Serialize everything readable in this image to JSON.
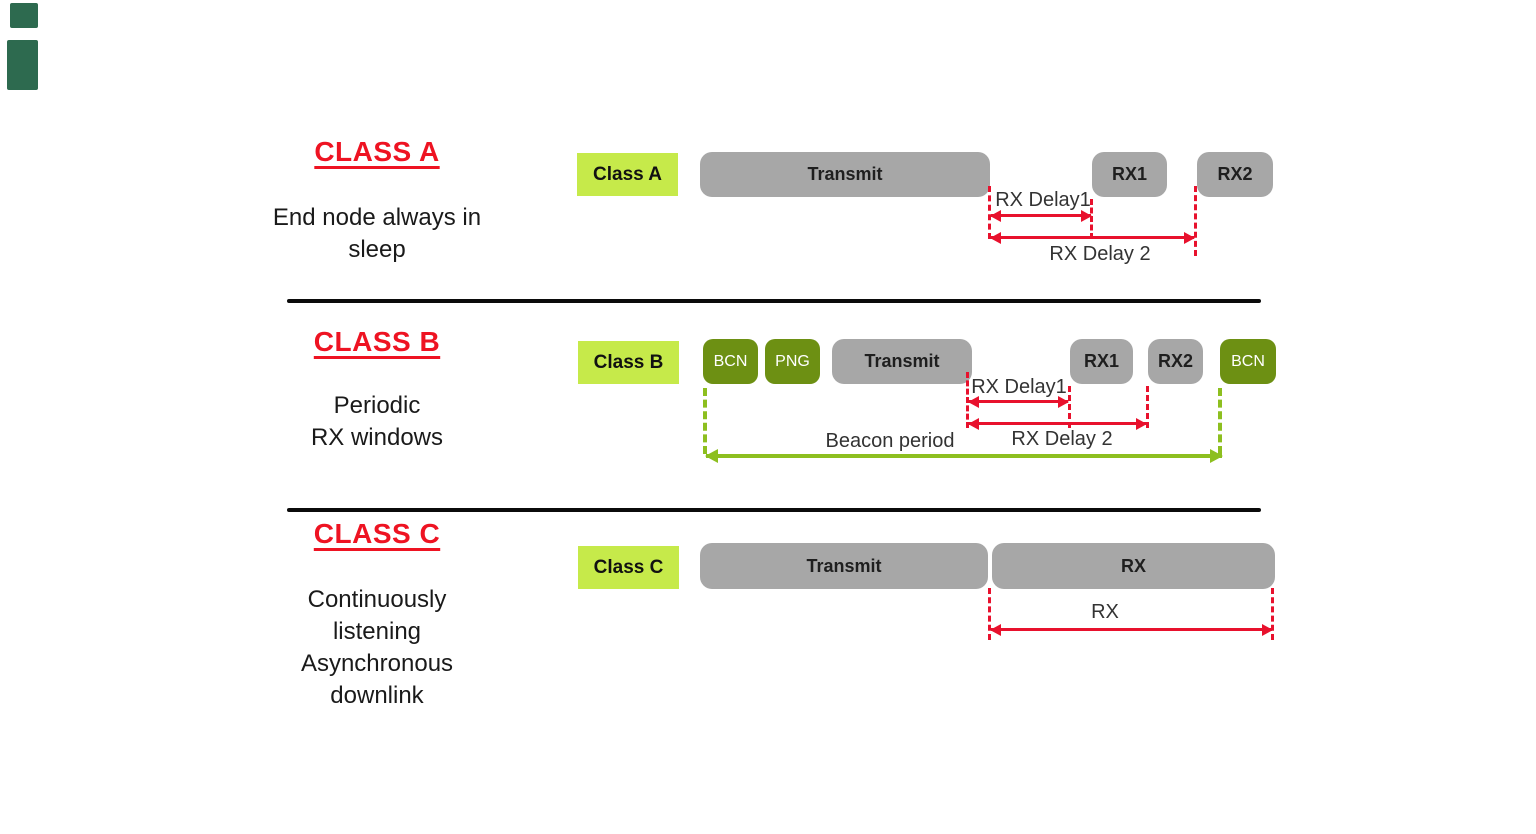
{
  "sections": {
    "classA": {
      "heading": "CLASS A",
      "description_lines": [
        "End node always in",
        "sleep"
      ],
      "row_label": "Class A",
      "segments": [
        {
          "label": "Transmit"
        },
        {
          "label": "RX1"
        },
        {
          "label": "RX2"
        }
      ],
      "annotations": {
        "rx_delay1": "RX Delay1",
        "rx_delay2": "RX Delay 2"
      }
    },
    "classB": {
      "heading": "CLASS B",
      "description_lines": [
        "Periodic",
        "RX windows"
      ],
      "row_label": "Class B",
      "segments": [
        {
          "label": "BCN"
        },
        {
          "label": "PNG"
        },
        {
          "label": "Transmit"
        },
        {
          "label": "RX1"
        },
        {
          "label": "RX2"
        },
        {
          "label": "BCN"
        }
      ],
      "annotations": {
        "rx_delay1": "RX Delay1",
        "rx_delay2": "RX Delay 2",
        "beacon_period": "Beacon period"
      }
    },
    "classC": {
      "heading": "CLASS C",
      "description_lines": [
        "Continuously",
        "listening",
        "Asynchronous",
        "downlink"
      ],
      "row_label": "Class C",
      "segments": [
        {
          "label": "Transmit"
        },
        {
          "label": "RX"
        }
      ],
      "annotations": {
        "rx": "RX"
      }
    }
  },
  "colors": {
    "class_label_bg": "#c6ea4a",
    "segment_gray": "#a7a7a7",
    "beacon_olive": "#6d9013",
    "arrow_red": "#e8112d",
    "arrow_green": "#8dbf1f",
    "heading_red": "#ee1322",
    "divider_black": "#0b0b0b",
    "corner_mark_green": "#2d6a4f"
  }
}
